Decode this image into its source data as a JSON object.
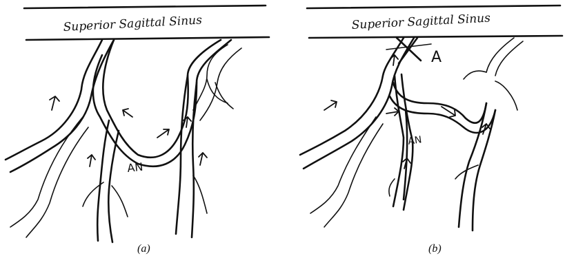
{
  "panels": [
    {
      "sinus_label": "Superior Sagittal Sinus",
      "vessel_label": "AN",
      "caption": "(a)"
    },
    {
      "sinus_label": "Superior Sagittal Sinus",
      "vessel_label": "AN",
      "ligation_label": "A",
      "caption": "(b)"
    }
  ]
}
